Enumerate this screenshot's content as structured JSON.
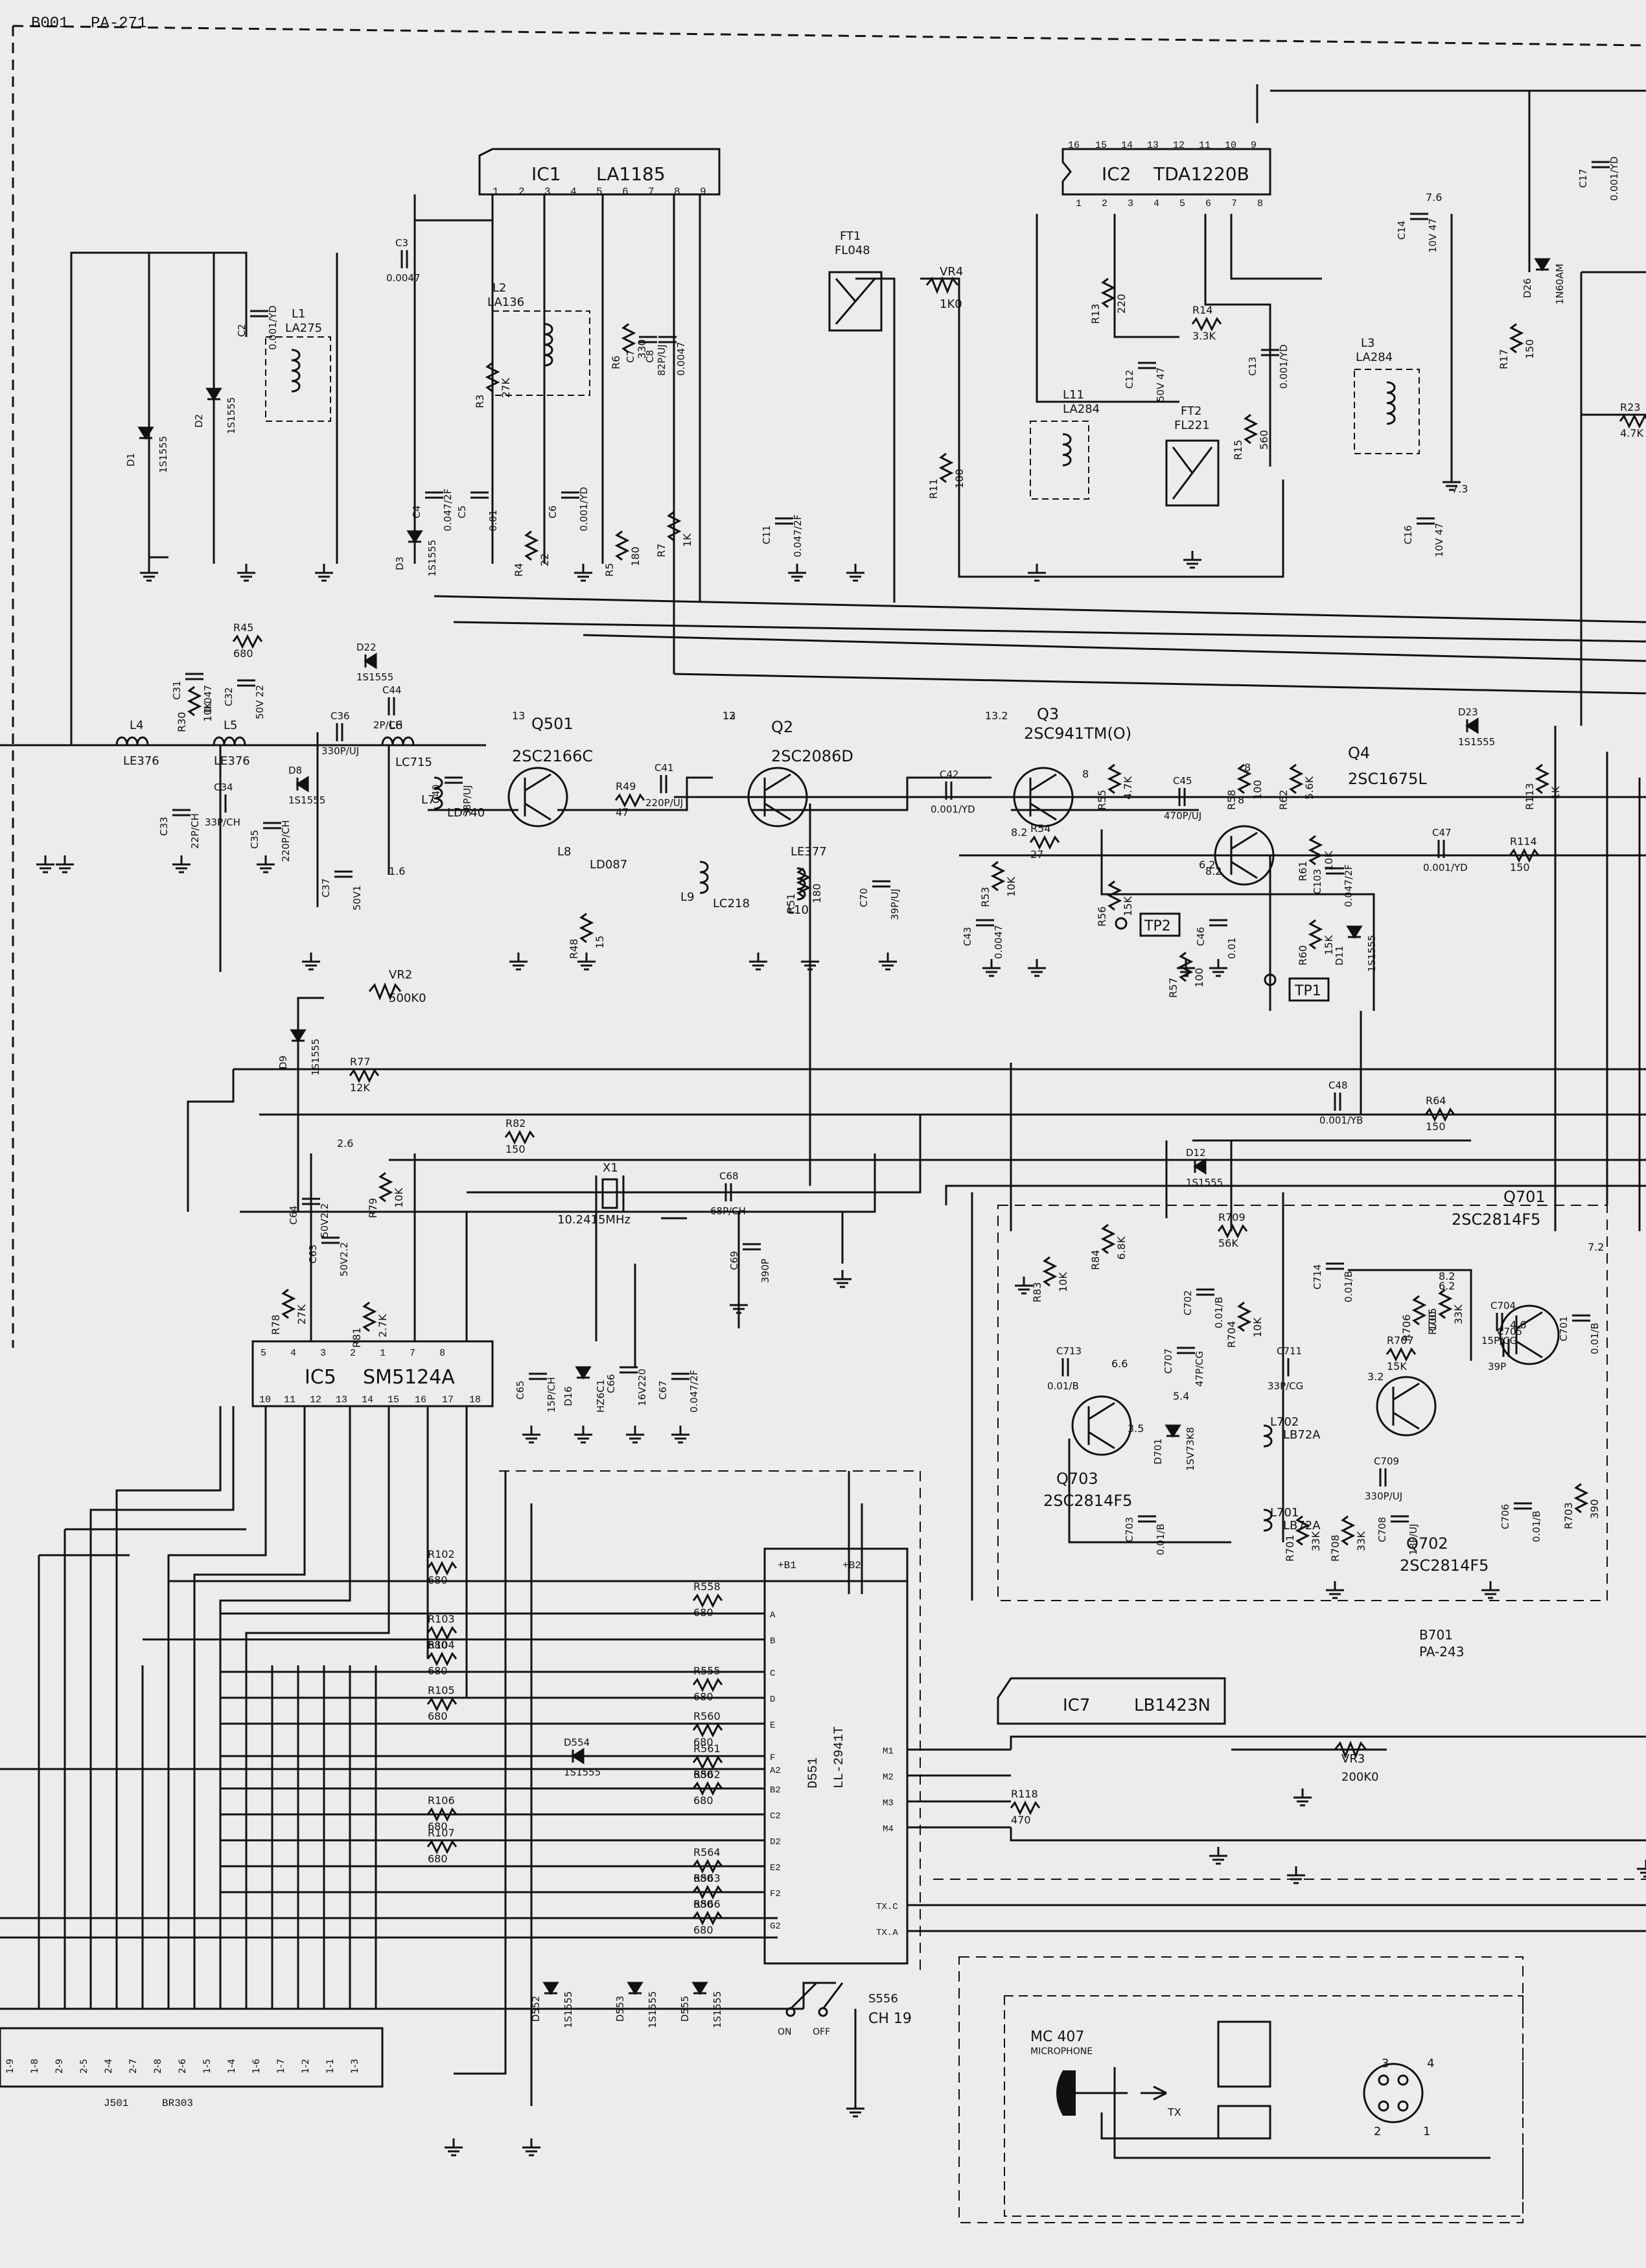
{
  "board": {
    "code": "B001",
    "name": "PA-271"
  },
  "ics": [
    {
      "id": "ic1",
      "ref": "IC1",
      "part": "LA1185"
    },
    {
      "id": "ic2",
      "ref": "IC2",
      "part": "TDA1220B"
    },
    {
      "id": "ic5",
      "ref": "IC5",
      "part": "SM5124A"
    },
    {
      "id": "d551",
      "ref": "D551",
      "part": "LL-2941T"
    },
    {
      "id": "ic7",
      "ref": "IC7",
      "part": "LB1423N"
    }
  ],
  "ic5_pins_top": [
    "5",
    "4",
    "3",
    "2",
    "1",
    "7",
    "8"
  ],
  "ic5_pins_bottom": [
    "10",
    "11",
    "12",
    "13",
    "14",
    "15",
    "16",
    "17",
    "18"
  ],
  "ic2_pins_top": [
    "16",
    "15",
    "14",
    "13",
    "12",
    "11",
    "10",
    "9"
  ],
  "ic2_pins_bottom": [
    "1",
    "2",
    "3",
    "4",
    "5",
    "6",
    "7",
    "8"
  ],
  "ic1_pins": [
    "1",
    "2",
    "3",
    "4",
    "5",
    "6",
    "7",
    "8",
    "9"
  ],
  "d551_pins": {
    "top": [
      "+B1",
      "+B2"
    ],
    "left": [
      "A",
      "B",
      "C",
      "D",
      "E",
      "F",
      "A2",
      "B2",
      "C2",
      "D2",
      "E2",
      "F2",
      "G2"
    ],
    "right": [
      "M1",
      "M2",
      "M3",
      "M4",
      "TX.C",
      "TX.A"
    ]
  },
  "transistors": [
    {
      "id": "q501",
      "ref": "Q501",
      "part": "2SC2166C"
    },
    {
      "id": "q2",
      "ref": "Q2",
      "part": "2SC2086D"
    },
    {
      "id": "q3",
      "ref": "Q3",
      "part": "2SC941TM(O)"
    },
    {
      "id": "q4",
      "ref": "Q4",
      "part": "2SC1675L"
    },
    {
      "id": "q701",
      "ref": "Q701",
      "part": "2SC2814F5"
    },
    {
      "id": "q702",
      "ref": "Q702",
      "part": "2SC2814F5"
    },
    {
      "id": "q703",
      "ref": "Q703",
      "part": "2SC2814F5"
    }
  ],
  "filters": [
    {
      "id": "ft1",
      "ref": "FT1",
      "part": "FL048"
    },
    {
      "id": "ft2",
      "ref": "FT2",
      "part": "FL221"
    }
  ],
  "crystal": {
    "ref": "X1",
    "value": "10.2415MHz"
  },
  "coils": [
    {
      "ref": "L1",
      "part": "LA275"
    },
    {
      "ref": "L2",
      "part": "LA136"
    },
    {
      "ref": "L3",
      "part": "LA284"
    },
    {
      "ref": "L11",
      "part": "LA284"
    },
    {
      "ref": "L4",
      "part": "LE376"
    },
    {
      "ref": "L5",
      "part": "LE376"
    },
    {
      "ref": "L6",
      "part": "LC715"
    },
    {
      "ref": "L7",
      "part": "LD740"
    },
    {
      "ref": "L8",
      "part": "LD087"
    },
    {
      "ref": "L9",
      "part": "LC218"
    },
    {
      "ref": "L10",
      "part": "LE377"
    },
    {
      "ref": "L701",
      "part": "LB72A"
    },
    {
      "ref": "L702",
      "part": "LB72A"
    }
  ],
  "resistors": [
    {
      "ref": "R45",
      "value": "680"
    },
    {
      "ref": "R30",
      "value": "10K"
    },
    {
      "ref": "R3",
      "value": "27K"
    },
    {
      "ref": "R6",
      "value": "330"
    },
    {
      "ref": "R4",
      "value": "22"
    },
    {
      "ref": "R5",
      "value": "180"
    },
    {
      "ref": "R7",
      "value": "1K"
    },
    {
      "ref": "R11",
      "value": "100"
    },
    {
      "ref": "R13",
      "value": "220"
    },
    {
      "ref": "R14",
      "value": "3.3K"
    },
    {
      "ref": "R15",
      "value": "560"
    },
    {
      "ref": "R17",
      "value": "150"
    },
    {
      "ref": "R23",
      "value": "4.7K"
    },
    {
      "ref": "R49",
      "value": "47"
    },
    {
      "ref": "R48",
      "value": "15"
    },
    {
      "ref": "R51",
      "value": "180"
    },
    {
      "ref": "R53",
      "value": "10K"
    },
    {
      "ref": "R54",
      "value": "27"
    },
    {
      "ref": "R55",
      "value": "4.7K"
    },
    {
      "ref": "R56",
      "value": "15K"
    },
    {
      "ref": "R57",
      "value": "100"
    },
    {
      "ref": "R58",
      "value": "100"
    },
    {
      "ref": "R60",
      "value": "15K"
    },
    {
      "ref": "R61",
      "value": "10K"
    },
    {
      "ref": "R62",
      "value": "5.6K"
    },
    {
      "ref": "R64",
      "value": "150"
    },
    {
      "ref": "R77",
      "value": "12K"
    },
    {
      "ref": "R78",
      "value": "27K"
    },
    {
      "ref": "R79",
      "value": "10K"
    },
    {
      "ref": "R81",
      "value": "2.7K"
    },
    {
      "ref": "R82",
      "value": "150"
    },
    {
      "ref": "R83",
      "value": "10K"
    },
    {
      "ref": "R84",
      "value": "6.8K"
    },
    {
      "ref": "R113",
      "value": "1K"
    },
    {
      "ref": "R114",
      "value": "150"
    },
    {
      "ref": "R118",
      "value": "470"
    },
    {
      "ref": "R701",
      "value": "33K"
    },
    {
      "ref": "R703",
      "value": "390"
    },
    {
      "ref": "R704",
      "value": "10K"
    },
    {
      "ref": "R705",
      "value": "33K"
    },
    {
      "ref": "R706",
      "value": "100"
    },
    {
      "ref": "R707",
      "value": "15K"
    },
    {
      "ref": "R708",
      "value": "33K"
    },
    {
      "ref": "R709",
      "value": "56K"
    },
    {
      "ref": "R102",
      "value": "680"
    },
    {
      "ref": "R103",
      "value": "680"
    },
    {
      "ref": "R104",
      "value": "680"
    },
    {
      "ref": "R105",
      "value": "680"
    },
    {
      "ref": "R106",
      "value": "680"
    },
    {
      "ref": "R107",
      "value": "680"
    },
    {
      "ref": "R558",
      "value": "680"
    },
    {
      "ref": "R555",
      "value": "680"
    },
    {
      "ref": "R560",
      "value": "680"
    },
    {
      "ref": "R561",
      "value": "680"
    },
    {
      "ref": "R562",
      "value": "680"
    },
    {
      "ref": "R564",
      "value": "680"
    },
    {
      "ref": "R563",
      "value": "680"
    },
    {
      "ref": "R566",
      "value": "680"
    }
  ],
  "variable_resistors": [
    {
      "ref": "VR4",
      "value": "1K0"
    },
    {
      "ref": "VR2",
      "value": "500K0"
    },
    {
      "ref": "VR3",
      "value": "200K0"
    }
  ],
  "capacitors": [
    {
      "ref": "C2",
      "value": "0.001/YD"
    },
    {
      "ref": "C3",
      "value": "0.0047"
    },
    {
      "ref": "C4",
      "value": "0.047/2F"
    },
    {
      "ref": "C5",
      "value": "0.01"
    },
    {
      "ref": "C6",
      "value": "0.001/YD"
    },
    {
      "ref": "C7",
      "value": "82P/UJ"
    },
    {
      "ref": "C8",
      "value": "0.0047"
    },
    {
      "ref": "C11",
      "value": "0.047/2F"
    },
    {
      "ref": "C12",
      "value": "50V 47"
    },
    {
      "ref": "C13",
      "value": "0.001/YD"
    },
    {
      "ref": "C14",
      "value": "10V 47"
    },
    {
      "ref": "C16",
      "value": "10V 47"
    },
    {
      "ref": "C17",
      "value": "0.001/YD"
    },
    {
      "ref": "C31",
      "value": "0.047"
    },
    {
      "ref": "C32",
      "value": "50V 22"
    },
    {
      "ref": "C33",
      "value": "22P/CH"
    },
    {
      "ref": "C34",
      "value": "33P/CH"
    },
    {
      "ref": "C35",
      "value": "220P/CH"
    },
    {
      "ref": "C36",
      "value": "330P/UJ"
    },
    {
      "ref": "C37",
      "value": "50V1"
    },
    {
      "ref": "C40",
      "value": "33P/UJ"
    },
    {
      "ref": "C41",
      "value": "220P/UJ"
    },
    {
      "ref": "C42",
      "value": "0.001/YD"
    },
    {
      "ref": "C43",
      "value": "0.0047"
    },
    {
      "ref": "C44",
      "value": "2P/CH"
    },
    {
      "ref": "C45",
      "value": "470P/UJ"
    },
    {
      "ref": "C46",
      "value": "0.01"
    },
    {
      "ref": "C47",
      "value": "0.001/YD"
    },
    {
      "ref": "C48",
      "value": "0.001/YB"
    },
    {
      "ref": "C64",
      "value": "50V2.2"
    },
    {
      "ref": "C63",
      "value": "50V2.2"
    },
    {
      "ref": "C65",
      "value": "15P/CH"
    },
    {
      "ref": "C66",
      "value": "16V220"
    },
    {
      "ref": "C67",
      "value": "0.047/2F"
    },
    {
      "ref": "C68",
      "value": "68P/CH"
    },
    {
      "ref": "C69",
      "value": "390P"
    },
    {
      "ref": "C70",
      "value": "39P/UJ"
    },
    {
      "ref": "C103",
      "value": "0.047/2F"
    },
    {
      "ref": "C701",
      "value": "0.01/B"
    },
    {
      "ref": "C702",
      "value": "0.01/B"
    },
    {
      "ref": "C703",
      "value": "0.01/B"
    },
    {
      "ref": "C704",
      "value": "15P/CG"
    },
    {
      "ref": "C705",
      "value": "39P"
    },
    {
      "ref": "C706",
      "value": "0.01/B"
    },
    {
      "ref": "C707",
      "value": "47P/CG"
    },
    {
      "ref": "C708",
      "value": "18P/UJ"
    },
    {
      "ref": "C709",
      "value": "330P/UJ"
    },
    {
      "ref": "C711",
      "value": "33P/CG"
    },
    {
      "ref": "C713",
      "value": "0.01/B"
    },
    {
      "ref": "C714",
      "value": "0.01/B"
    }
  ],
  "diodes": [
    {
      "ref": "D1",
      "value": "1S1555"
    },
    {
      "ref": "D2",
      "value": "1S1555"
    },
    {
      "ref": "D3",
      "value": "1S1555"
    },
    {
      "ref": "D22",
      "value": "1S1555"
    },
    {
      "ref": "D8",
      "value": "1S1555"
    },
    {
      "ref": "D9",
      "value": "1S1555"
    },
    {
      "ref": "D11",
      "value": "1S1555"
    },
    {
      "ref": "D12",
      "value": "1S1555"
    },
    {
      "ref": "D16",
      "value": "HZ6C1"
    },
    {
      "ref": "D23",
      "value": "1S1555"
    },
    {
      "ref": "D26",
      "value": "1N60AM"
    },
    {
      "ref": "D701",
      "value": "1SV73K8"
    },
    {
      "ref": "D554",
      "value": "1S1555"
    },
    {
      "ref": "D552",
      "value": "1S1555"
    },
    {
      "ref": "D553",
      "value": "1S1555"
    },
    {
      "ref": "D555",
      "value": "1S1555"
    }
  ],
  "test_points": [
    "TP1",
    "TP2"
  ],
  "voltages": [
    "13",
    "12",
    "13",
    "13.2",
    "8.2",
    "8",
    "8",
    "6.2",
    "8",
    "8.2",
    "2.6",
    "7.3",
    "7.2",
    "6.2",
    "4.6",
    "3.2",
    "3.5",
    "6.6",
    "1.6",
    "7.6",
    "5.4",
    "8.2"
  ],
  "vco_board": {
    "code": "B701",
    "name": "PA-243"
  },
  "connector": {
    "ref": "J501",
    "part": "BR303",
    "pins": [
      "1-9",
      "1-8",
      "2-9",
      "2-5",
      "2-4",
      "2-7",
      "2-8",
      "2-6",
      "1-5",
      "1-4",
      "1-6",
      "1-7",
      "1-2",
      "1-1",
      "1-3"
    ]
  },
  "switch": {
    "ref": "S556",
    "label": "CH 19",
    "on": "ON",
    "off": "OFF"
  },
  "microphone": {
    "model": "MC 407",
    "label": "MICROPHONE",
    "tx": "TX",
    "pins": [
      "1",
      "2",
      "3",
      "4"
    ]
  }
}
